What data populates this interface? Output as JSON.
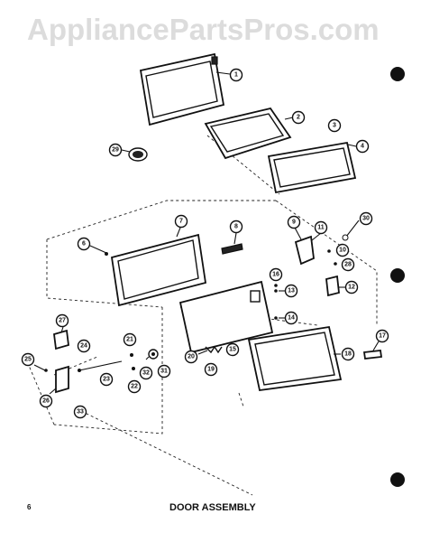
{
  "watermark": "AppliancePartsPros.com",
  "page_number": "6",
  "title": "DOOR ASSEMBLY",
  "callouts": [
    "1",
    "2",
    "3",
    "4",
    "29",
    "7",
    "8",
    "6",
    "9",
    "11",
    "30",
    "10",
    "28",
    "16",
    "13",
    "12",
    "14",
    "15",
    "20",
    "19",
    "18",
    "17",
    "27",
    "24",
    "21",
    "25",
    "23",
    "22",
    "32",
    "31",
    "26",
    "33"
  ]
}
